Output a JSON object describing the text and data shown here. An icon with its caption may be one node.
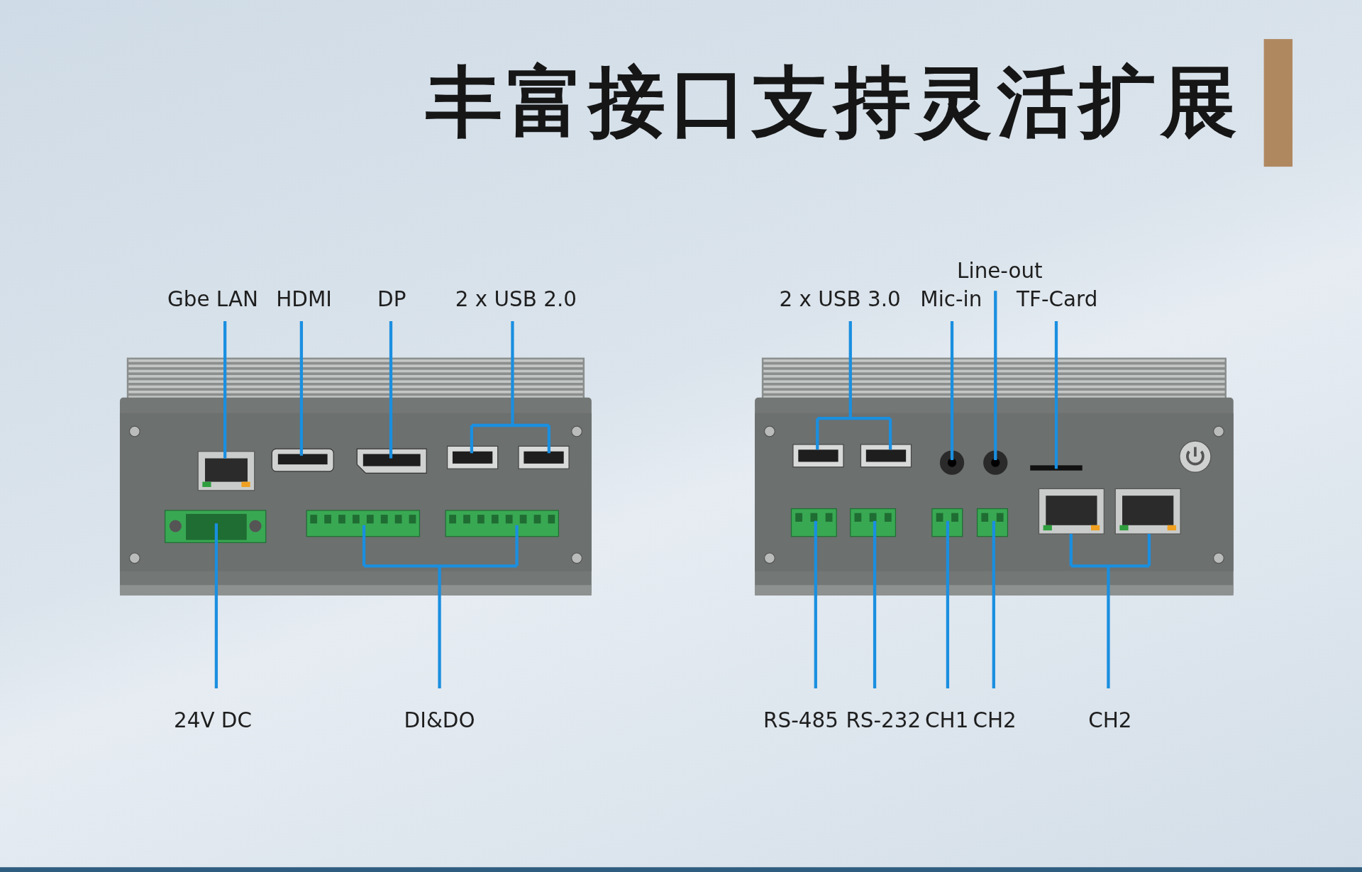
{
  "diagram": {
    "title": "丰富接口支持灵活扩展",
    "nodes": [
      {
        "text": [
          "Gbe LAN"
        ]
      },
      {
        "text": [
          "HDMI"
        ]
      },
      {
        "text": [
          "DP"
        ]
      },
      {
        "text": [
          "2 x USB 2.0"
        ]
      },
      {
        "text": [
          "24V DC"
        ]
      },
      {
        "text": [
          "DI&DO"
        ]
      },
      {
        "text": [
          "2 x USB 3.0"
        ]
      },
      {
        "text": [
          "Mic-in"
        ]
      },
      {
        "text": [
          "Line-out"
        ]
      },
      {
        "text": [
          "TF-Card"
        ]
      },
      {
        "text": [
          "RS-485"
        ]
      },
      {
        "text": [
          "RS-232"
        ]
      },
      {
        "text": [
          "CH1"
        ]
      },
      {
        "text": [
          "CH2"
        ]
      },
      {
        "text": [
          "CH2"
        ]
      }
    ],
    "edges": [
      {
        "from": 0,
        "to": null,
        "arrow": "none"
      },
      {
        "from": 1,
        "to": null,
        "arrow": "none"
      },
      {
        "from": 2,
        "to": null,
        "arrow": "none"
      },
      {
        "from": 3,
        "to": null,
        "arrow": "none"
      },
      {
        "from": 4,
        "to": null,
        "arrow": "none"
      },
      {
        "from": 5,
        "to": null,
        "arrow": "none"
      },
      {
        "from": 6,
        "to": null,
        "arrow": "none"
      },
      {
        "from": 7,
        "to": null,
        "arrow": "none"
      },
      {
        "from": 8,
        "to": null,
        "arrow": "none"
      },
      {
        "from": 9,
        "to": null,
        "arrow": "none"
      },
      {
        "from": 10,
        "to": null,
        "arrow": "none"
      },
      {
        "from": 11,
        "to": null,
        "arrow": "none"
      },
      {
        "from": 12,
        "to": null,
        "arrow": "none"
      },
      {
        "from": 13,
        "to": null,
        "arrow": "none"
      },
      {
        "from": 14,
        "to": null,
        "arrow": "none"
      }
    ]
  }
}
